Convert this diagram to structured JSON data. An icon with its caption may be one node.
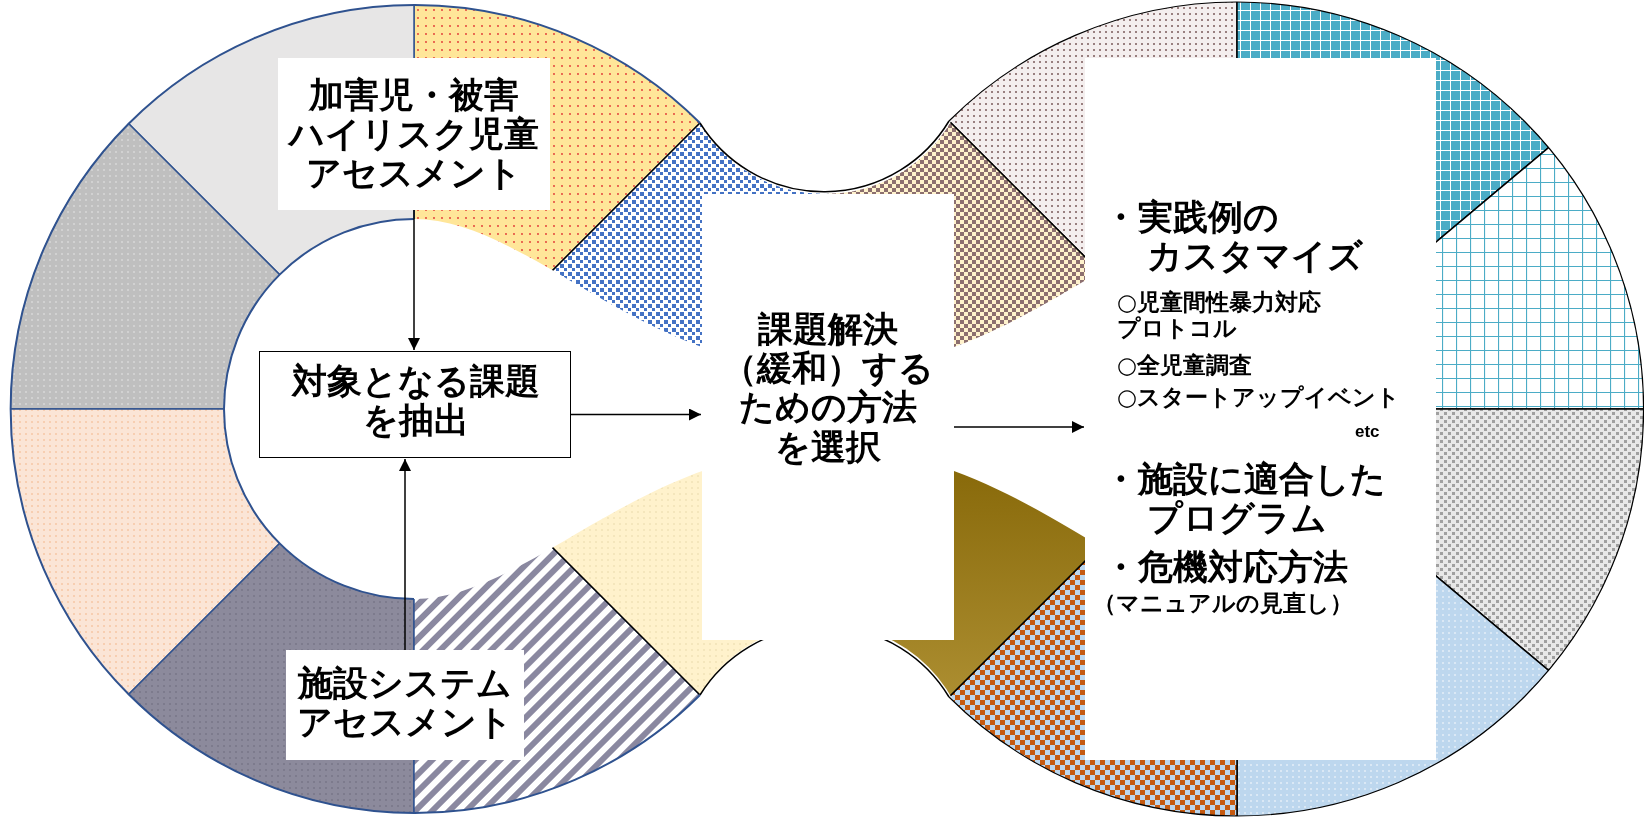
{
  "diagram": {
    "nodes": [
      {
        "text": [
          "加害児・被害ハイリスク児童アセスメント"
        ]
      },
      {
        "text": [
          "対象となる課題を抽出"
        ]
      },
      {
        "text": [
          "施設システムアセスメント"
        ]
      },
      {
        "text": [
          "課題解決（緩和）するための方法を選択"
        ]
      },
      {
        "text": [
          "・実践例のカスタマイズ",
          "○児童間性暴力対応プロトコル",
          "○全児童調査",
          "○スタートアップイベント",
          "etc",
          "・施設に適合したプログラム",
          "・危機対応方法",
          "（マニュアルの見直し）"
        ]
      }
    ],
    "edges": [
      {
        "from": 0,
        "to": 1,
        "arrow": "to"
      },
      {
        "from": 2,
        "to": 1,
        "arrow": "to"
      },
      {
        "from": 1,
        "to": 3,
        "arrow": "to"
      },
      {
        "from": 3,
        "to": 4,
        "arrow": "to"
      }
    ]
  }
}
